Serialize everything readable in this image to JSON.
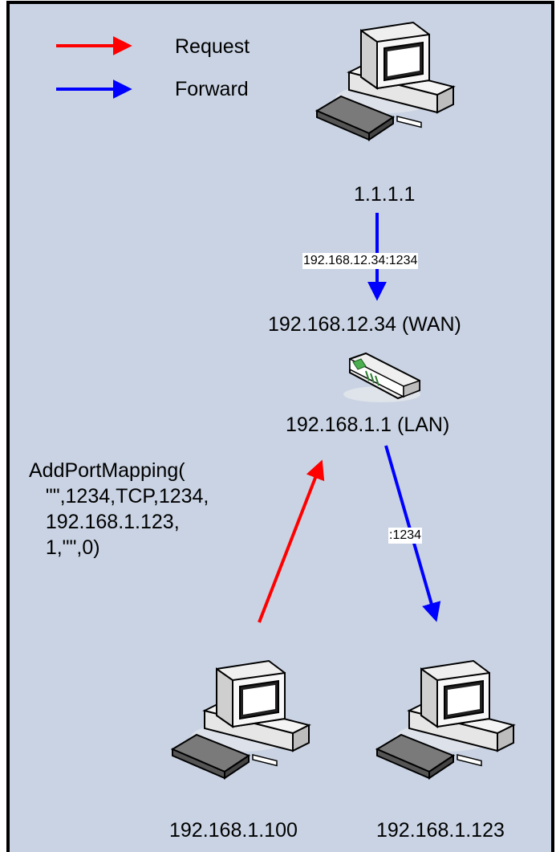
{
  "legend": {
    "request_label": "Request",
    "forward_label": "Forward",
    "request_color": "#ff0000",
    "forward_color": "#0000ff"
  },
  "nodes": {
    "internet_host": "1.1.1.1",
    "router_wan": "192.168.12.34 (WAN)",
    "router_lan": "192.168.1.1 (LAN)",
    "client_left": "192.168.1.100",
    "client_right": "192.168.1.123"
  },
  "edges": {
    "wan_forward_label": "192.168.12.34:1234",
    "lan_forward_label": ":1234"
  },
  "request_call": {
    "lines": [
      "AddPortMapping(",
      "   \"\",1234,TCP,1234,",
      "   192.168.1.123,",
      "   1,\"\",0)"
    ]
  },
  "colors": {
    "background": "#c9d3e3",
    "border": "#000000"
  }
}
